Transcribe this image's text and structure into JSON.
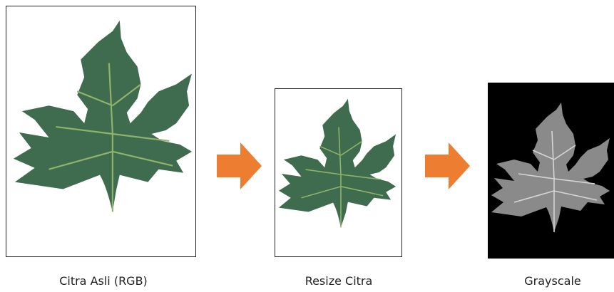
{
  "steps": [
    {
      "caption": "Citra Asli (RGB)"
    },
    {
      "caption": "Resize Citra"
    },
    {
      "caption": "Grayscale"
    }
  ],
  "colors": {
    "arrow": "#ed7d31",
    "leaf": "#3f6b4f",
    "leaf_vein": "#8fb36a",
    "leaf_gray": "#8a8a8a",
    "leaf_gray_vein": "#d6d6d6",
    "gray_background": "#000000",
    "frame_border": "#222222"
  },
  "icons": {
    "arrow": "arrow-right-icon"
  }
}
